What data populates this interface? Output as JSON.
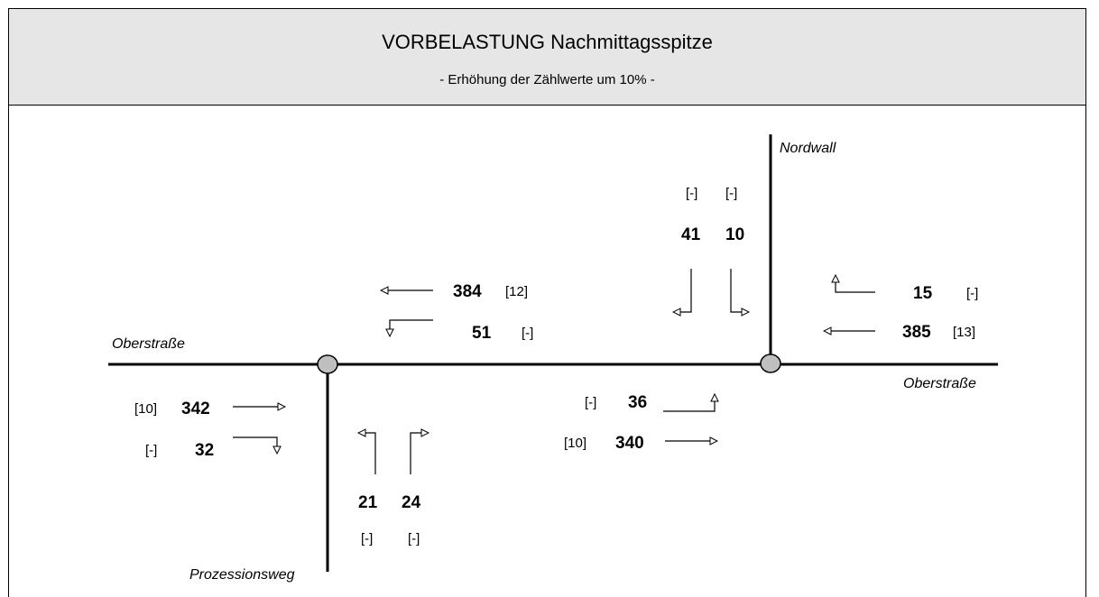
{
  "header": {
    "title": "VORBELASTUNG Nachmittagsspitze",
    "subtitle": "- Erhöhung der Zählwerte um 10% -"
  },
  "roads": {
    "west_main": "Oberstraße",
    "east_main": "Oberstraße",
    "north": "Nordwall",
    "south": "Prozessionsweg"
  },
  "flows": {
    "w_through_west": {
      "value": "384",
      "bracket": "[12]"
    },
    "w_left_south": {
      "value": "51",
      "bracket": "[-]"
    },
    "e_through_east": {
      "value": "342",
      "bracket": "[10]"
    },
    "e_right_south": {
      "value": "32",
      "bracket": "[-]"
    },
    "s_left_west": {
      "value": "21",
      "bracket": "[-]"
    },
    "s_right_east": {
      "value": "24",
      "bracket": "[-]"
    },
    "m_left_north": {
      "value": "36",
      "bracket": "[-]"
    },
    "m_through_east": {
      "value": "340",
      "bracket": "[10]"
    },
    "n_right_west": {
      "value": "41",
      "bracket": "[-]"
    },
    "n_left_east": {
      "value": "10",
      "bracket": "[-]"
    },
    "ea_right_north": {
      "value": "15",
      "bracket": "[-]"
    },
    "ea_through_west": {
      "value": "385",
      "bracket": "[13]"
    }
  }
}
